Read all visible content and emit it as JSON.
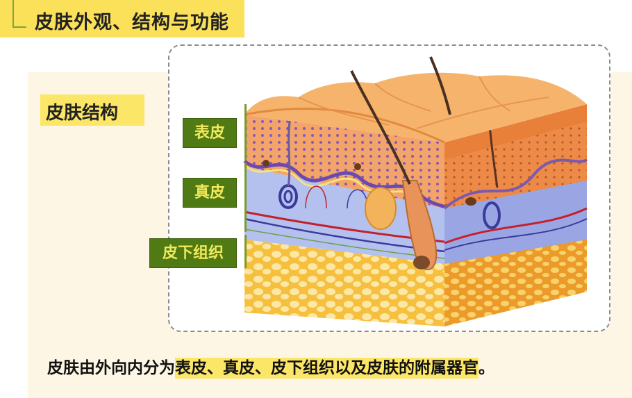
{
  "header": {
    "title": "皮肤外观、结构与功能"
  },
  "section": {
    "title": "皮肤结构"
  },
  "layers": [
    {
      "label": "表皮"
    },
    {
      "label": "真皮"
    },
    {
      "label": "皮下组织"
    }
  ],
  "caption": {
    "prefix": "皮肤由外向内分为",
    "highlight": "表皮、真皮、皮下组织以及皮肤的附属器官",
    "suffix": "。"
  },
  "colors": {
    "title_bg": "#fbe15a",
    "label_bg": "#4f7a14",
    "label_text": "#f2e85c",
    "epidermis": "#f08a3c",
    "dermis": "#a9b8ea",
    "subcutis": "#f6c24a"
  }
}
